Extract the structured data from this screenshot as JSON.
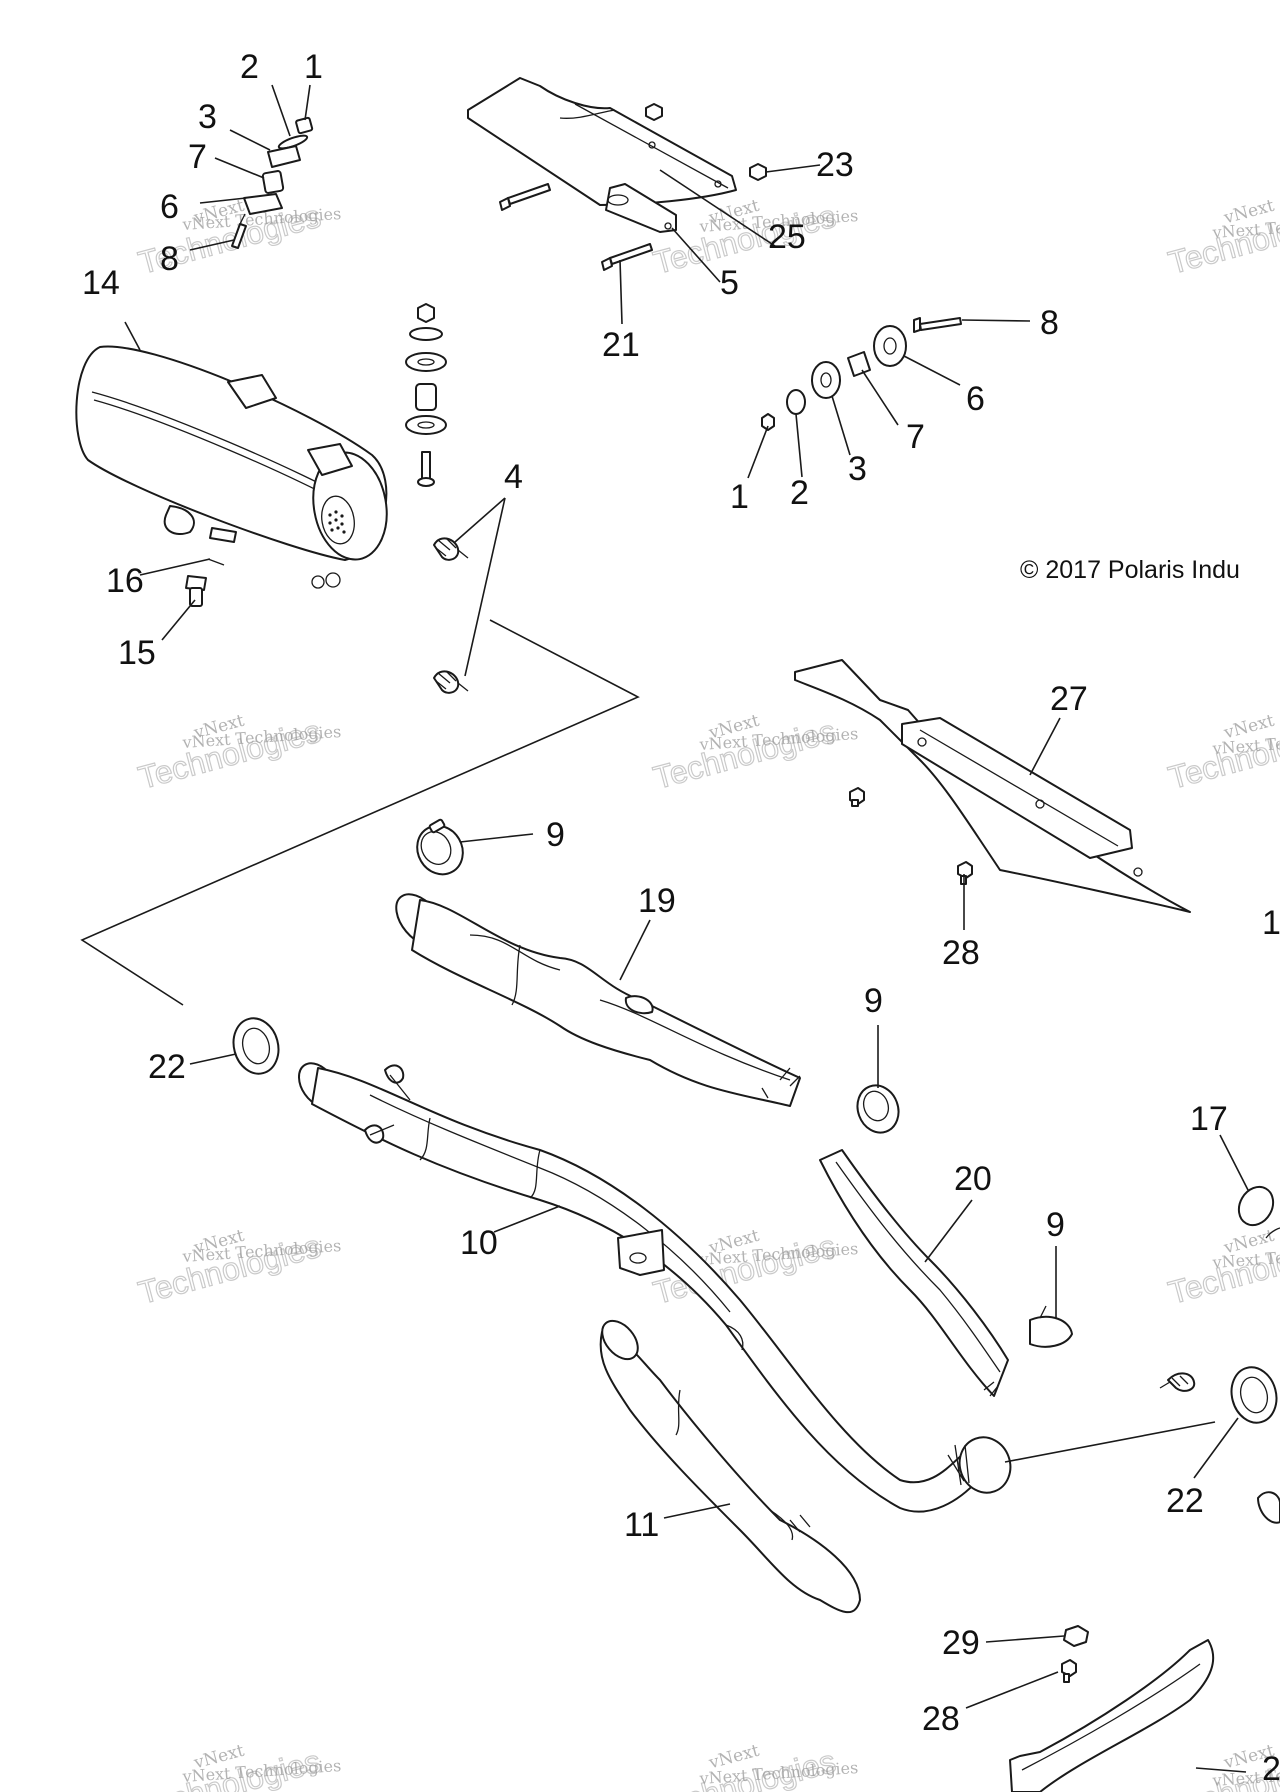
{
  "copyright": "© 2017 Polaris Indu",
  "watermark": {
    "line1": "vNext",
    "line2": "Technologies",
    "line3": "vNext Technologies"
  },
  "callouts": {
    "c1a": "1",
    "c2a": "2",
    "c3a": "3",
    "c7a": "7",
    "c6a": "6",
    "c8a": "8",
    "c14": "14",
    "c16": "16",
    "c15": "15",
    "c4": "4",
    "c23": "23",
    "c25": "25",
    "c5": "5",
    "c21": "21",
    "c8b": "8",
    "c6b": "6",
    "c7b": "7",
    "c3b": "3",
    "c2b": "2",
    "c1b": "1",
    "c27": "27",
    "c28a": "28",
    "c1x": "1",
    "c9a": "9",
    "c19": "19",
    "c9b": "9",
    "c22a": "22",
    "c17": "17",
    "c20": "20",
    "c9c": "9",
    "c10": "10",
    "c22b": "22",
    "c11": "11",
    "c29": "29",
    "c28b": "28",
    "c2x": "2"
  }
}
